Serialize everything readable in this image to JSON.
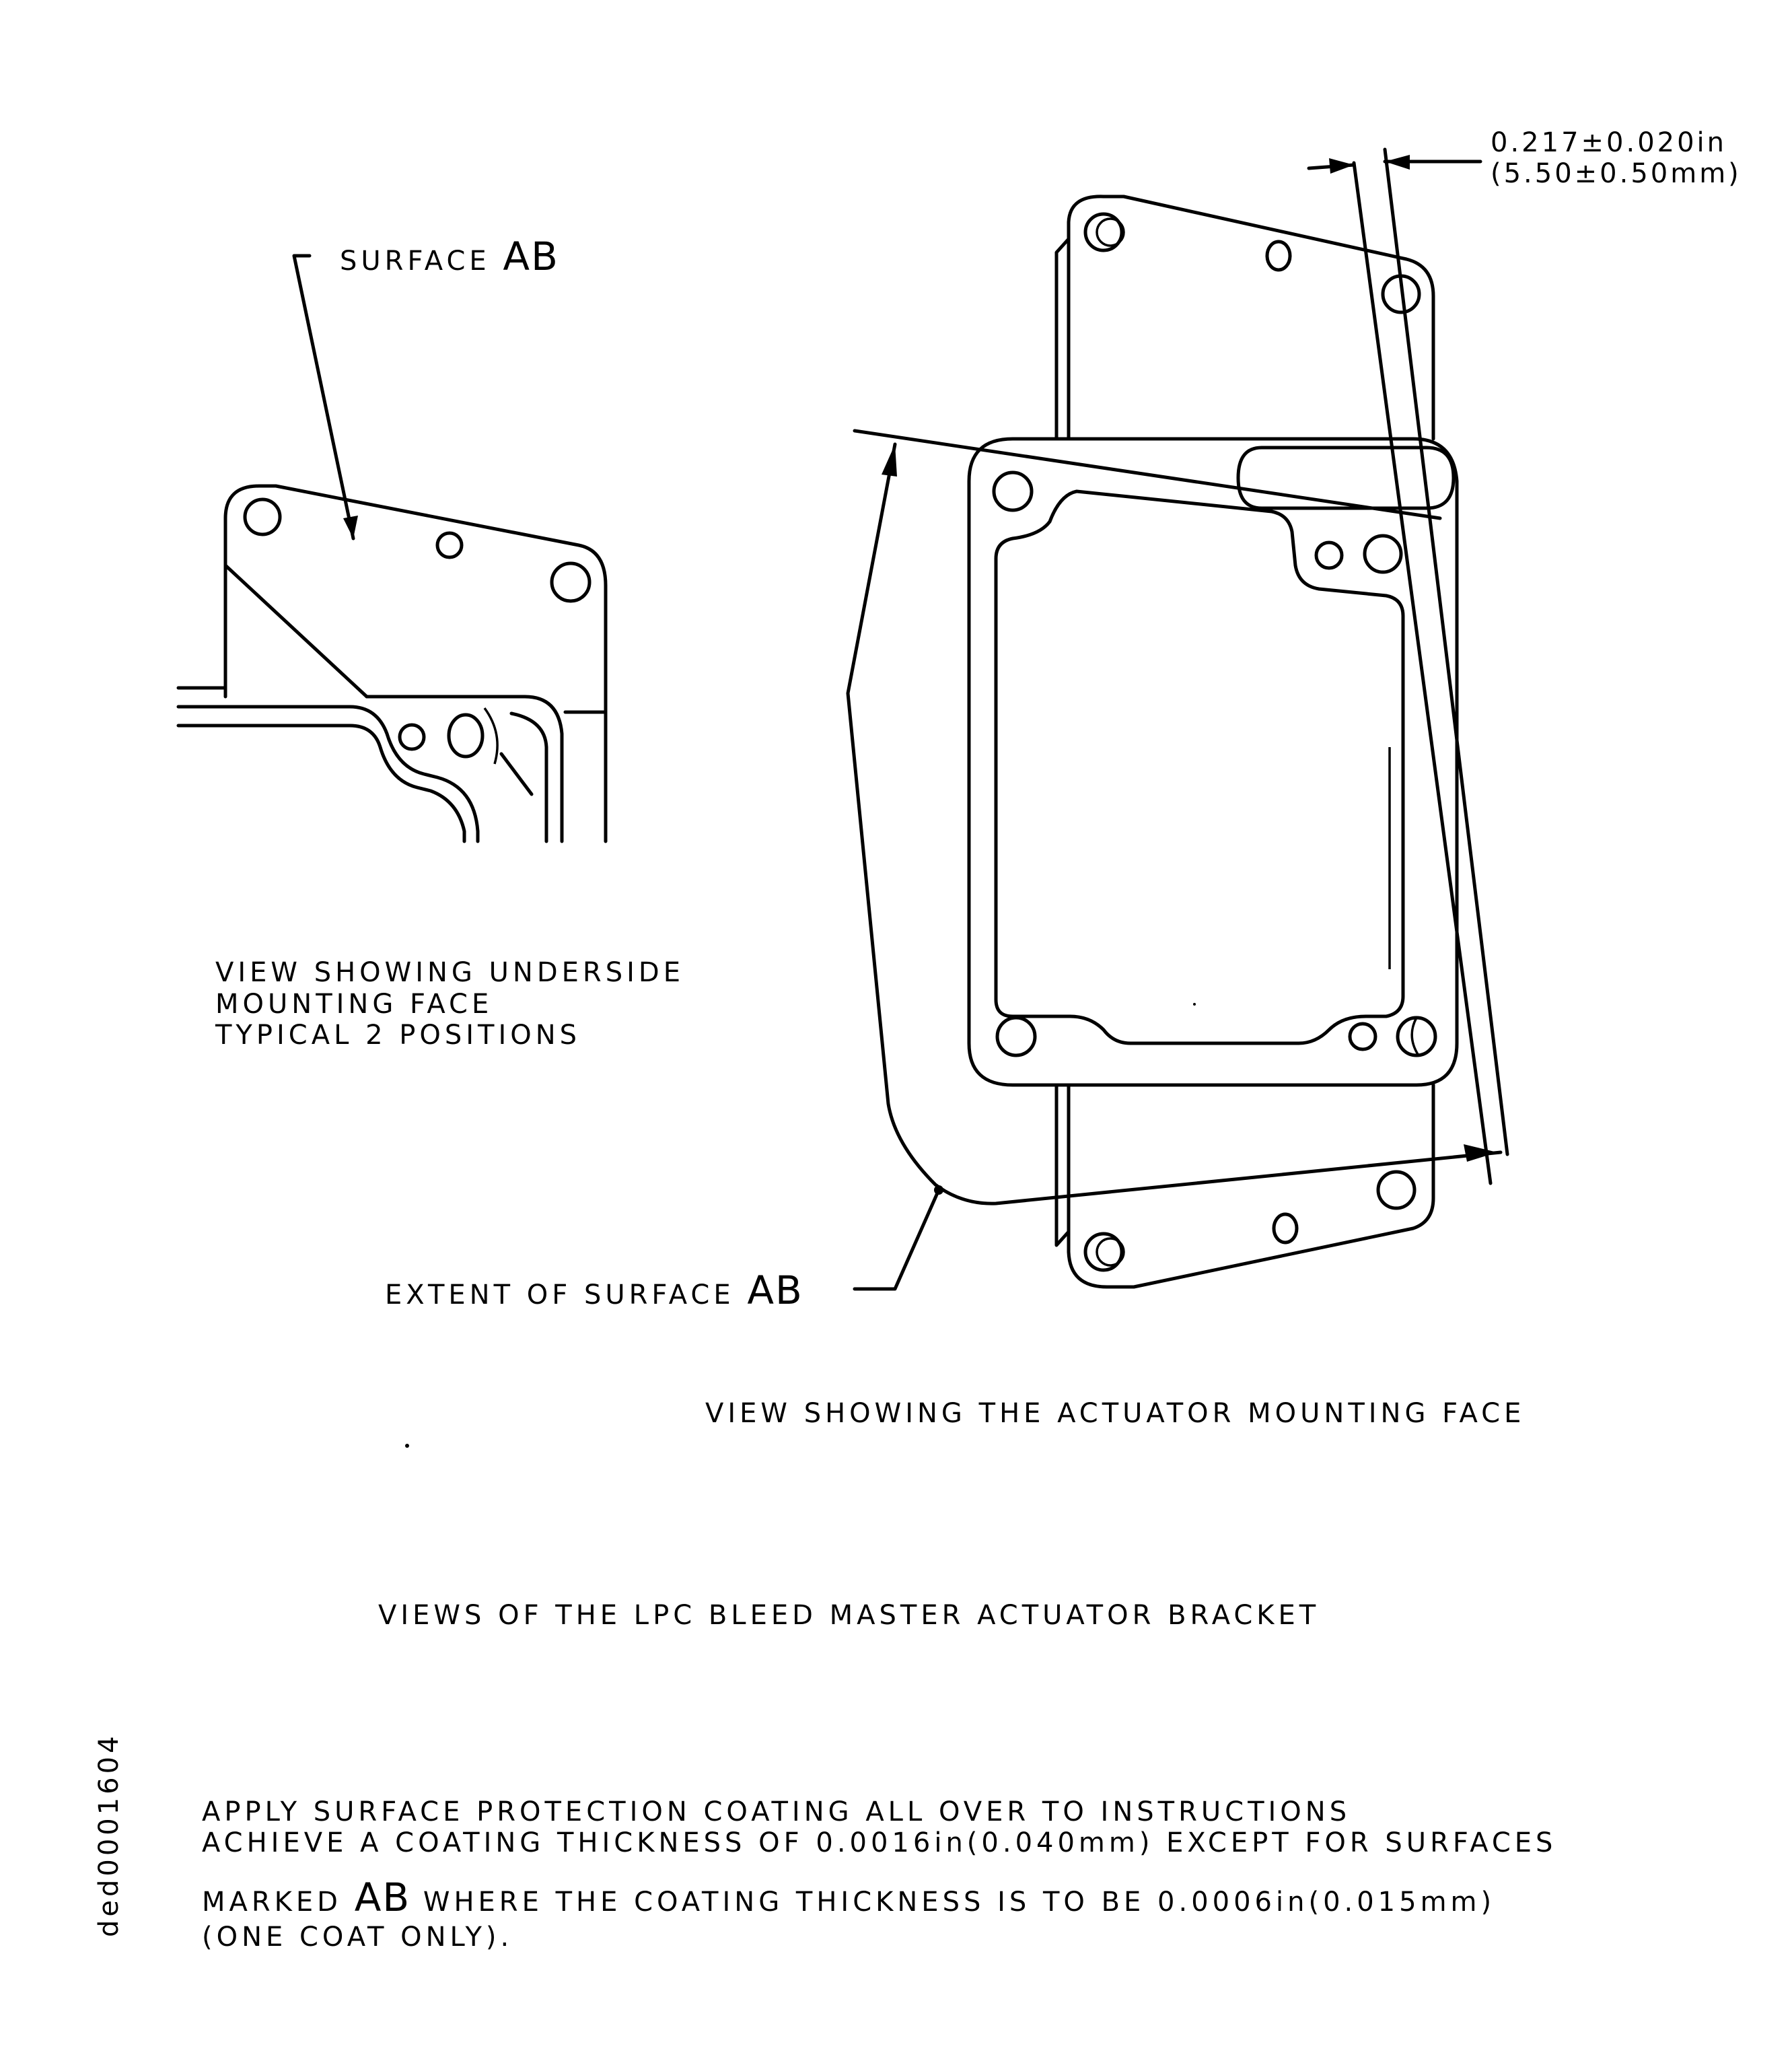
{
  "labels": {
    "surface_ab_prefix": "SURFACE",
    "ab": "AB",
    "underside_line1": "VIEW SHOWING UNDERSIDE",
    "underside_line2": "MOUNTING FACE",
    "underside_line3": "TYPICAL 2 POSITIONS",
    "extent_prefix": "EXTENT OF SURFACE",
    "dim_in": "0.217±0.020in",
    "dim_mm": "(5.50±0.50mm)",
    "actuator_view": "VIEW SHOWING THE ACTUATOR MOUNTING FACE",
    "views_title": "VIEWS OF THE LPC BLEED MASTER ACTUATOR BRACKET",
    "note_line1": "APPLY SURFACE PROTECTION COATING ALL OVER TO INSTRUCTIONS",
    "note_line2": "ACHIEVE A COATING THICKNESS OF 0.0016in(0.040mm) EXCEPT FOR SURFACES",
    "note_line3_prefix": "MARKED",
    "note_line3_suffix": "WHERE THE COATING THICKNESS IS TO BE 0.0006in(0.015mm)",
    "note_line4": "(ONE COAT ONLY).",
    "drawing_ref": "ded0001604"
  }
}
